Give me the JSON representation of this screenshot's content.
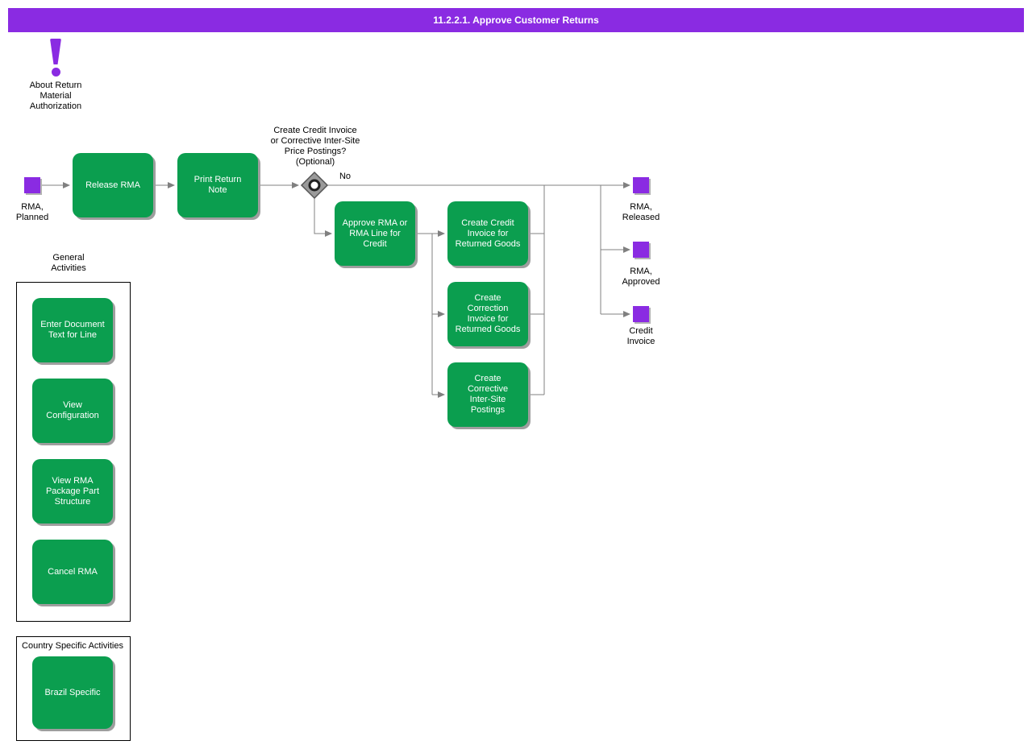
{
  "header": {
    "title": "11.2.2.1. Approve Customer Returns"
  },
  "colors": {
    "header_bg": "#8A2BE2",
    "event_purple": "#8A2BE2",
    "activity_green": "#0B9E4F",
    "activity_text": "#FFFFFF",
    "connector_gray": "#808080",
    "gateway_gray": "#9A9A9A"
  },
  "about": {
    "icon": "exclamation-icon",
    "label": "About Return\nMaterial\nAuthorization"
  },
  "flow": {
    "start_event": {
      "label": "RMA,\nPlanned"
    },
    "activities": {
      "release_rma": "Release RMA",
      "print_return_note": "Print Return\nNote",
      "approve_rma": "Approve RMA or\nRMA Line for\nCredit",
      "create_credit_invoice": "Create Credit\nInvoice for\nReturned Goods",
      "create_correction_invoice": "Create\nCorrection\nInvoice for\nReturned Goods",
      "create_corrective_postings": "Create\nCorrective\nInter-Site\nPostings"
    },
    "decision": {
      "question": "Create Credit Invoice\nor Corrective Inter-Site\nPrice Postings?\n(Optional)",
      "no_label": "No"
    },
    "end_events": {
      "rma_released": "RMA,\nReleased",
      "rma_approved": "RMA,\nApproved",
      "credit_invoice": "Credit\nInvoice"
    }
  },
  "general_activities": {
    "title": "General\nActivities",
    "items": [
      "Enter Document\nText for Line",
      "View\nConfiguration",
      "View RMA\nPackage Part\nStructure",
      "Cancel RMA"
    ]
  },
  "country_specific": {
    "title": "Country Specific Activities",
    "items": [
      "Brazil Specific"
    ]
  }
}
